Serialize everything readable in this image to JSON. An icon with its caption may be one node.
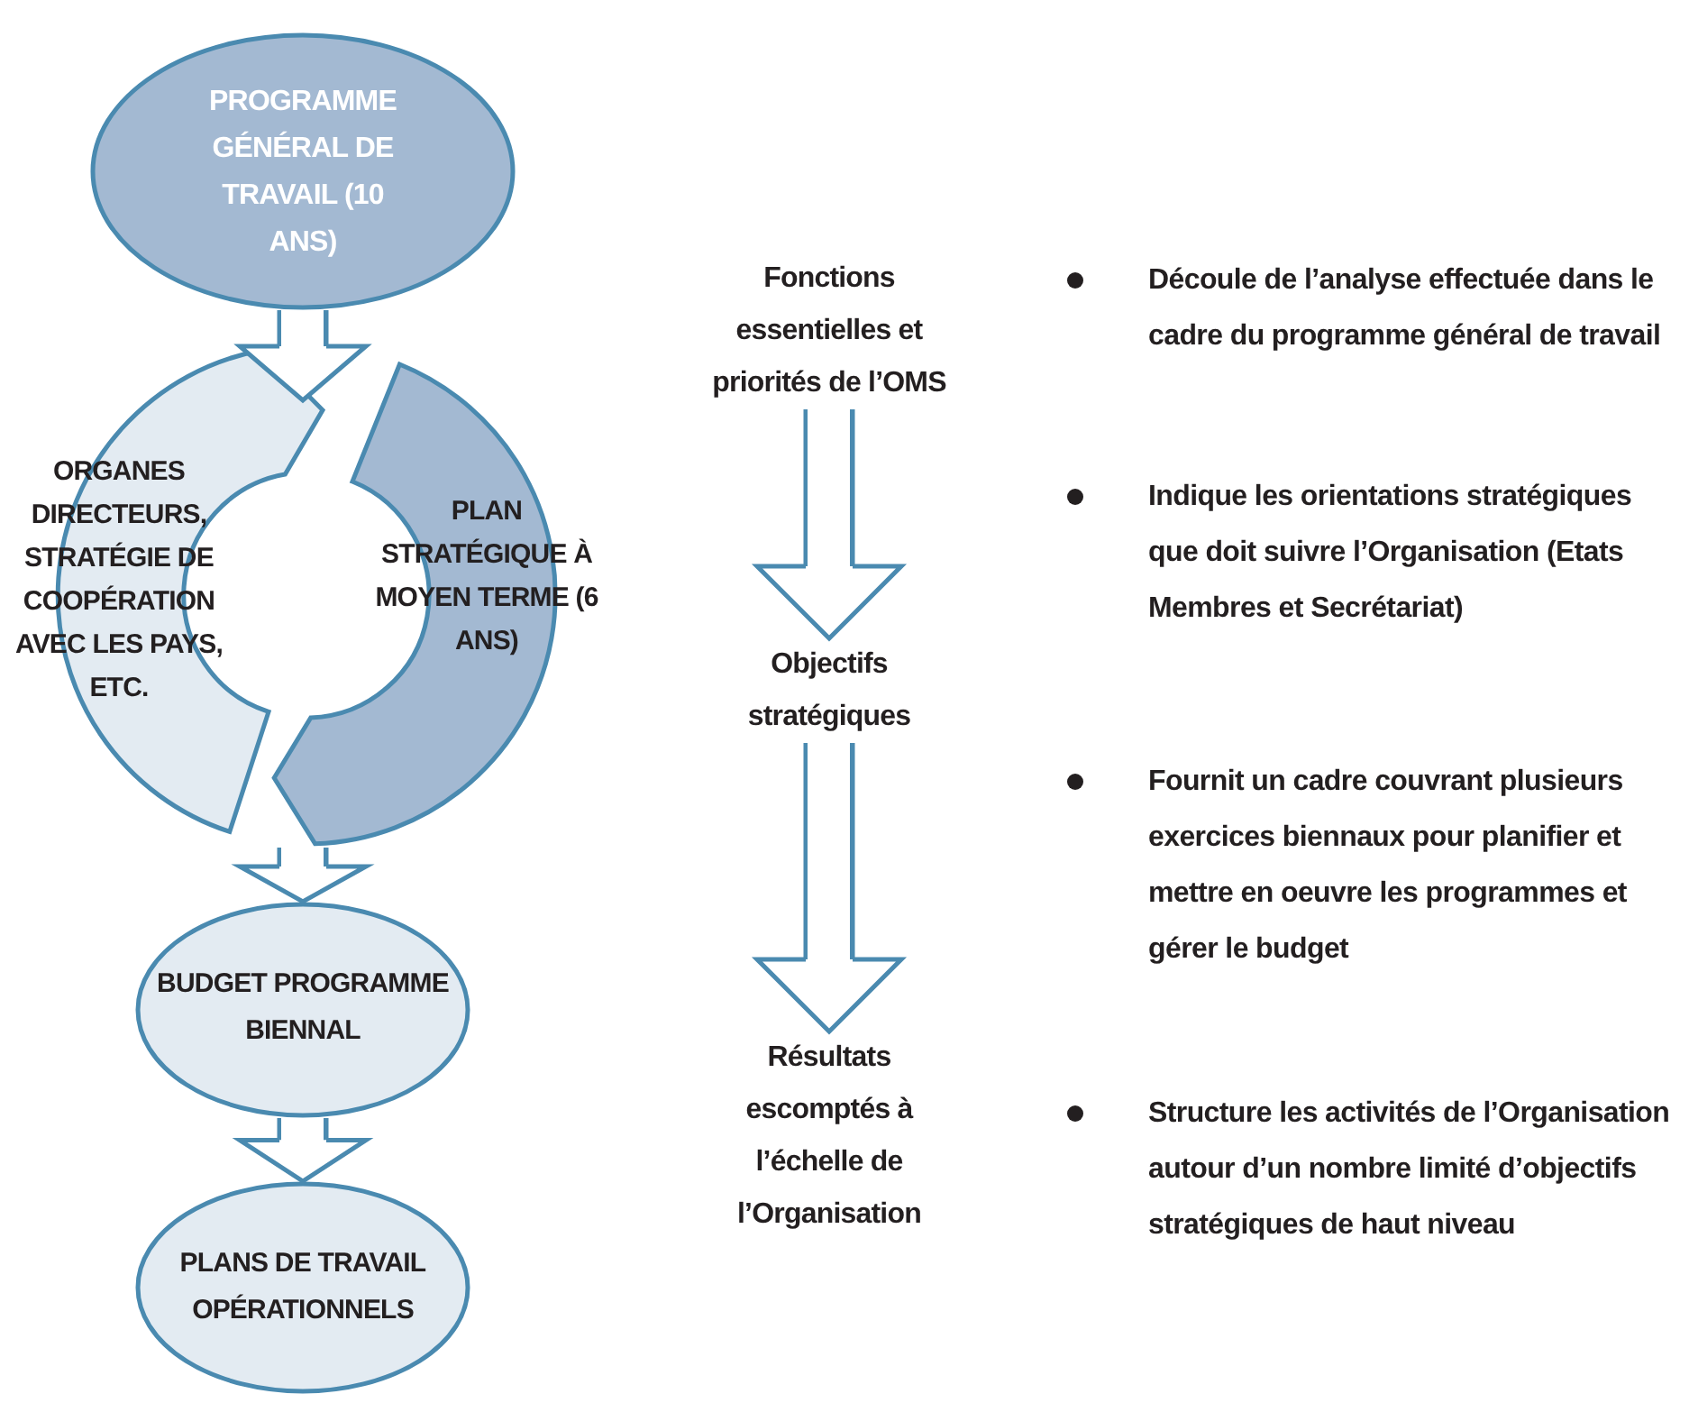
{
  "diagram": {
    "nodes": [
      {
        "text": [
          "PROGRAMME GÉNÉRAL DE TRAVAIL (10 ANS)"
        ]
      },
      {
        "text": [
          "ORGANES DIRECTEURS, STRATÉGIE DE COOPÉRATION AVEC LES PAYS, ETC."
        ]
      },
      {
        "text": [
          "PLAN STRATÉGIQUE À MOYEN TERME (6 ANS)"
        ]
      },
      {
        "text": [
          "BUDGET PROGRAMME BIENNAL"
        ]
      },
      {
        "text": [
          "PLANS DE TRAVAIL OPÉRATIONNELS"
        ]
      },
      {
        "text": [
          "Fonctions essentielles et priorités de l’OMS"
        ]
      },
      {
        "text": [
          "Objectifs stratégiques"
        ]
      },
      {
        "text": [
          "Résultats escomptés à l’échelle de l’Organisation"
        ]
      }
    ],
    "edges": [
      {
        "from": 0,
        "to": 1,
        "arrow": "to"
      },
      {
        "from": 2,
        "to": 3,
        "arrow": "to"
      },
      {
        "from": 3,
        "to": 4,
        "arrow": "to"
      },
      {
        "from": 5,
        "to": 6,
        "arrow": "to"
      },
      {
        "from": 6,
        "to": 7,
        "arrow": "to"
      }
    ],
    "labels": [
      "Découle de l’analyse effectuée dans le cadre du programme général de travail",
      "Indique les orientations stratégiques que doit suivre l’Organisation (Etats Membres et Secrétariat)",
      "Fournit un cadre couvrant plusieurs exercices biennaux pour planifier et mettre en oeuvre les programmes et gérer le budget",
      "Structure les activités de l’Organisation autour d’un nombre limité d’objectifs stratégiques de haut niveau"
    ]
  }
}
